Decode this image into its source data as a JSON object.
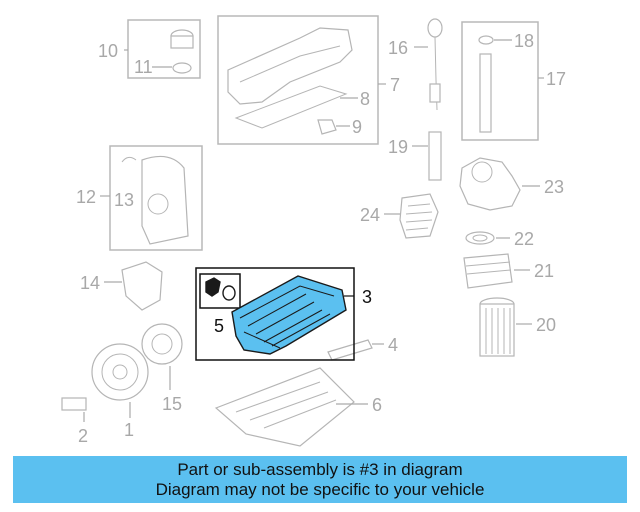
{
  "diagram": {
    "callouts": {
      "c1": "1",
      "c2": "2",
      "c3": "3",
      "c4": "4",
      "c5": "5",
      "c6": "6",
      "c7": "7",
      "c8": "8",
      "c9": "9",
      "c10": "10",
      "c11": "11",
      "c12": "12",
      "c13": "13",
      "c14": "14",
      "c15": "15",
      "c16": "16",
      "c17": "17",
      "c18": "18",
      "c19": "19",
      "c20": "20",
      "c21": "21",
      "c22": "22",
      "c23": "23",
      "c24": "24"
    },
    "highlighted_part": "3",
    "highlight_color": "#5bc0f0"
  },
  "banner": {
    "line1": "Part or sub-assembly is #3 in diagram",
    "line2": "Diagram may not be specific to your vehicle",
    "background": "#5bc0f0"
  }
}
